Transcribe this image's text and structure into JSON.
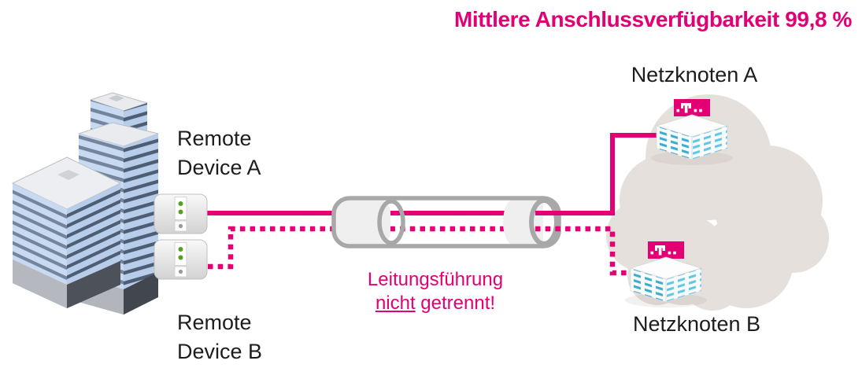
{
  "title": "Mittlere Anschlussverfügbarkeit 99,8 %",
  "remote_device_a": {
    "line1": "Remote",
    "line2": "Device A"
  },
  "remote_device_b": {
    "line1": "Remote",
    "line2": "Device B"
  },
  "netzknoten_a": {
    "label": "Netzknoten A"
  },
  "netzknoten_b": {
    "label": "Netzknoten B"
  },
  "warning": {
    "line1": "Leitungsführung",
    "underlined_word": "nicht",
    "line2_rest": " getrennt!"
  },
  "connections": {
    "line_a_style": "solid",
    "line_b_style": "dashed",
    "line_color": "#e20074"
  },
  "colors": {
    "telekom_magenta": "#e20074",
    "tube_gray": "#a8a8a8",
    "cloud_beige": "#e6e0dc",
    "building_blue": "#c8daf2",
    "server_cyan": "#3aaccf"
  },
  "icons": {
    "buildings": "office-buildings-icon",
    "device": "remote-device-box-icon",
    "tube": "cable-conduit-icon",
    "cloud": "network-cloud-icon",
    "server": "telekom-network-node-icon",
    "logo": "telekom-t-logo"
  }
}
